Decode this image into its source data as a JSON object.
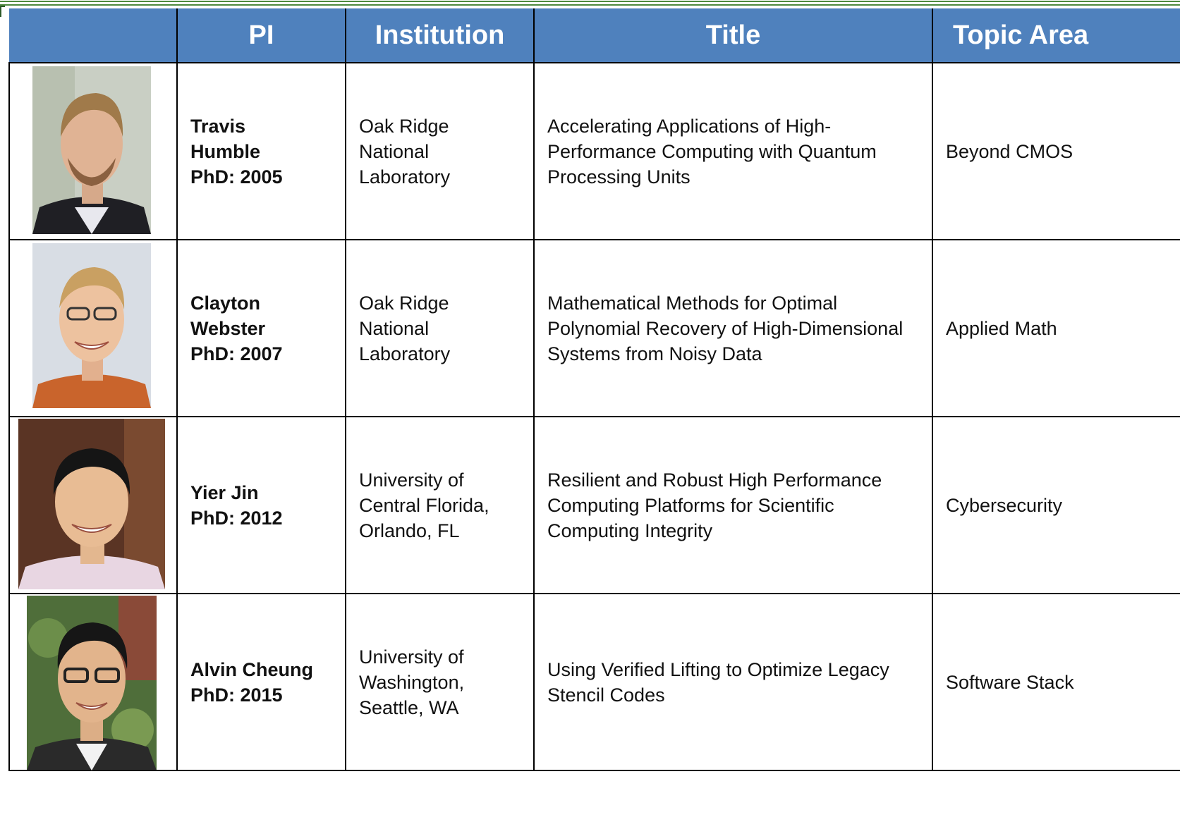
{
  "table": {
    "headers": {
      "photo": "",
      "pi": "PI",
      "institution": "Institution",
      "title": "Title",
      "topic": "Topic Area"
    },
    "rows": [
      {
        "photo_icon": "person-photo",
        "pi_name_1": "Travis",
        "pi_name_2": "Humble",
        "pi_phd": "PhD: 2005",
        "institution": "Oak Ridge National Laboratory",
        "title": "Accelerating Applications of High-Performance Computing with Quantum Processing Units",
        "topic": "Beyond CMOS"
      },
      {
        "photo_icon": "person-photo",
        "pi_name_1": "Clayton",
        "pi_name_2": "Webster",
        "pi_phd": "PhD: 2007",
        "institution": "Oak Ridge National Laboratory",
        "title": "Mathematical Methods for Optimal Polynomial Recovery of High-Dimensional Systems from Noisy Data",
        "topic": "Applied Math"
      },
      {
        "photo_icon": "person-photo",
        "pi_name_1": "Yier Jin",
        "pi_name_2": "",
        "pi_phd": "PhD: 2012",
        "institution": "University of Central Florida, Orlando, FL",
        "title": "Resilient and Robust High Performance Computing Platforms for Scientific Computing Integrity",
        "topic": "Cybersecurity"
      },
      {
        "photo_icon": "person-photo",
        "pi_name_1": "Alvin Cheung",
        "pi_name_2": "",
        "pi_phd": "PhD: 2015",
        "institution": "University of Washington, Seattle, WA",
        "title": "Using Verified Lifting to Optimize Legacy Stencil Codes",
        "topic": "Software Stack"
      }
    ]
  },
  "colors": {
    "header_bg": "#4f81bd",
    "header_text": "#ffffff",
    "rule": "#4e8a3e"
  }
}
